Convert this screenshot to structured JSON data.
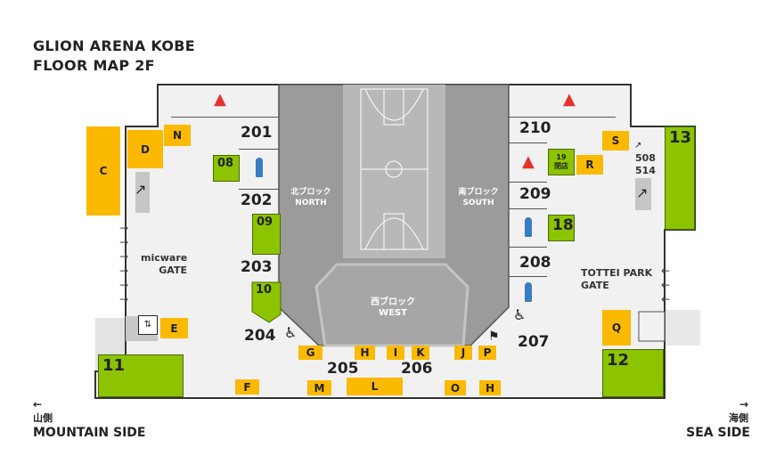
{
  "header": {
    "title": "GLION ARENA KOBE",
    "subtitle": "FLOOR MAP 2F"
  },
  "arena": {
    "north_jp": "北ブロック",
    "north": "NORTH",
    "south_jp": "南ブロック",
    "south": "SOUTH",
    "west_jp": "西ブロック",
    "west": "WEST"
  },
  "gates": {
    "west_line1": "micware",
    "west_line2": "GATE",
    "east_line1": "TOTTEI PARK",
    "east_line2": "GATE"
  },
  "escalator_dest": {
    "line1": "508",
    "line2": "514"
  },
  "entrances": [
    "201",
    "202",
    "203",
    "204",
    "205",
    "206",
    "207",
    "208",
    "209",
    "210"
  ],
  "shops": {
    "C": "C",
    "D": "D",
    "N": "N",
    "E": "E",
    "F": "F",
    "G": "G",
    "H": "H",
    "I": "I",
    "K": "K",
    "J": "J",
    "P": "P",
    "M": "M",
    "L": "L",
    "O": "O",
    "H2": "H",
    "S": "S",
    "R": "R",
    "Q": "Q"
  },
  "areas": {
    "a08": "08",
    "a09": "09",
    "a10": "10",
    "a11": "11",
    "a12": "12",
    "a13": "13",
    "a18": "18",
    "a19": "19",
    "a19_status": "閉店"
  },
  "footer": {
    "left_arrow": "←",
    "left_jp": "山側",
    "left": "MOUNTAIN SIDE",
    "right_arrow": "→",
    "right_jp": "海側",
    "right": "SEA SIDE"
  },
  "colors": {
    "shop": "#fbb900",
    "area": "#8cc400",
    "arena": "#9b9b9b",
    "floor": "#f1f1f1",
    "female": "#e5322d",
    "male": "#3a7cc2"
  }
}
